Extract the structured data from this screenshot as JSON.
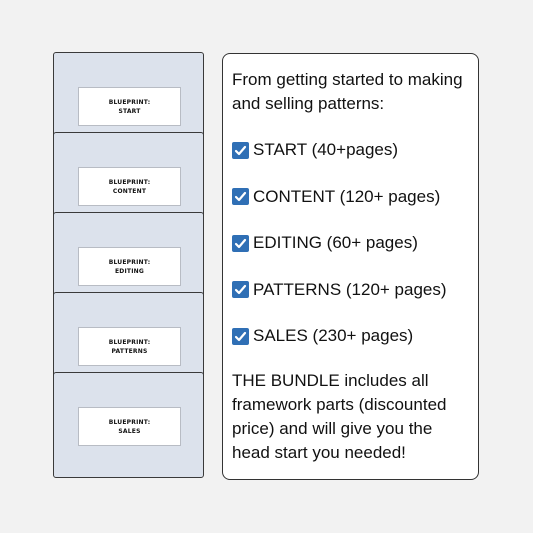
{
  "covers": [
    {
      "line1": "BLUEPRINT:",
      "line2": "START"
    },
    {
      "line1": "BLUEPRINT:",
      "line2": "CONTENT"
    },
    {
      "line1": "BLUEPRINT:",
      "line2": "EDITING"
    },
    {
      "line1": "BLUEPRINT:",
      "line2": "PATTERNS"
    },
    {
      "line1": "BLUEPRINT:",
      "line2": "SALES"
    }
  ],
  "panel": {
    "intro": "From getting started to making and selling patterns:",
    "items": [
      "START (40+pages)",
      "CONTENT (120+ pages)",
      "EDITING (60+ pages)",
      "PATTERNS (120+ pages)",
      "SALES (230+ pages)"
    ],
    "outro": "THE BUNDLE includes all framework parts (discounted price) and will give you the head start you needed!"
  },
  "icons": {
    "check": "checkbox-checked-icon"
  },
  "colors": {
    "check_bg": "#2f6fb5",
    "cover_bg": "#dce2ec",
    "background": "#f2f2f2"
  }
}
